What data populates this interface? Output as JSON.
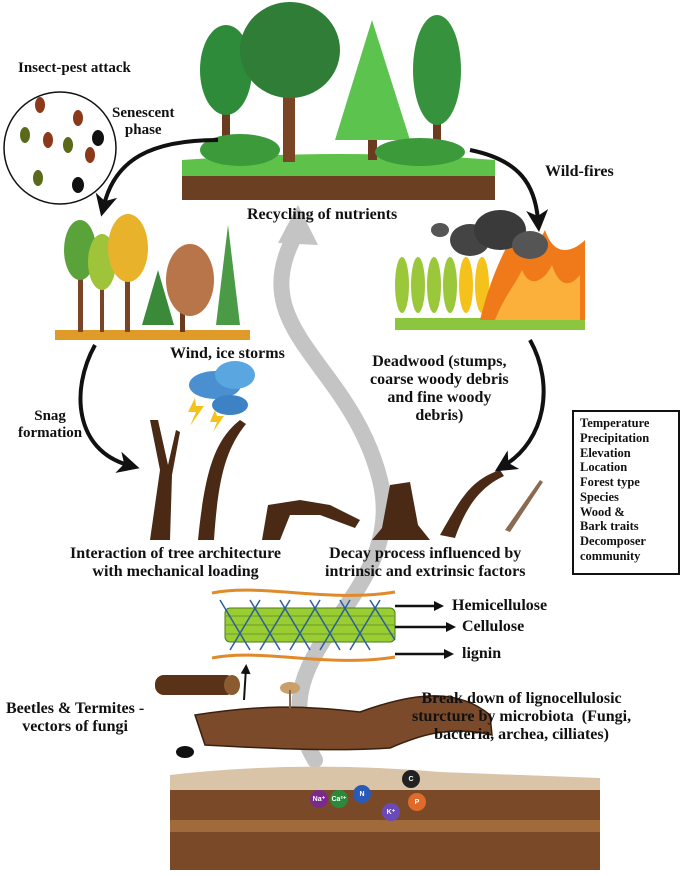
{
  "labels": {
    "insect_pest": "Insect-pest attack",
    "senescent": "Senescent\nphase",
    "recycling": "Recycling of nutrients",
    "wildfires": "Wild-fires",
    "wind": "Wind, ice storms",
    "deadwood": "Deadwood (stumps,\ncoarse woody debris\nand fine woody\ndebris)",
    "snag": "Snag\nformation",
    "interaction": "Interaction of tree architecture\nwith mechanical loading",
    "decay": "Decay process influenced by\nintrinsic and extrinsic factors",
    "hemicellulose": "Hemicellulose",
    "cellulose": "Cellulose",
    "lignin": "lignin",
    "beetles": "Beetles & Termites -\nvectors of fungi",
    "breakdown": "Break down of lignocellulosic\nsturcture by microbiota  (Fungi,\nbacteria, archea, cilliates)"
  },
  "factors": [
    "Temperature",
    "Precipitation",
    "Elevation",
    "Location",
    "Forest type",
    "Species",
    "Wood &",
    "Bark traits",
    "Decomposer",
    "community"
  ],
  "ions": [
    "Na⁺",
    "Ca²⁺",
    "N",
    "K⁺",
    "P",
    "C"
  ],
  "colors": {
    "leaf_dark": "#2e8b3a",
    "leaf_light": "#5cc44e",
    "trunk": "#6b3a1f",
    "deadwood": "#4a2a14",
    "fire": "#f07a1a",
    "smoke": "#3a3a3a",
    "soil": "#7a4a28",
    "grass": "#6bbf3a",
    "recycle_arrow": "#c8c8c8",
    "fiber": "#9acd32",
    "fiber_wrap": "#2a5f9e",
    "hemi": "#e08a2a"
  },
  "icons": [
    "black-arrow-icon",
    "beetle-icon",
    "storm-cloud-icon",
    "lightning-icon",
    "mushroom-icon"
  ]
}
